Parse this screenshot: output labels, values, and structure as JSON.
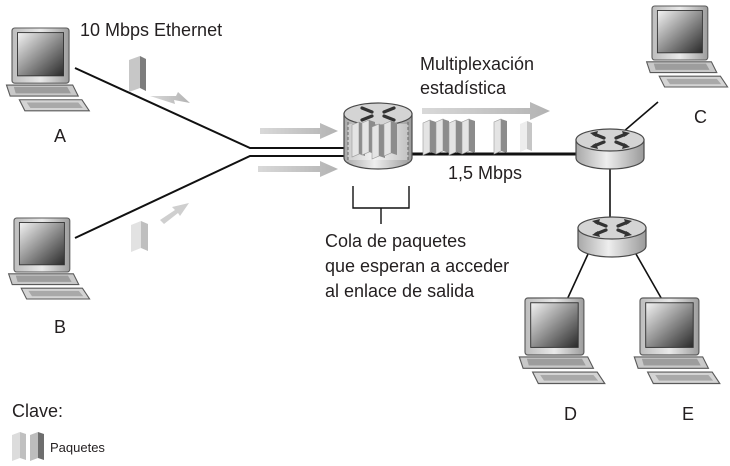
{
  "labels": {
    "ethernet": "10 Mbps Ethernet",
    "mux_line1": "Multiplexación",
    "mux_line2": "estadística",
    "link_rate": "1,5 Mbps",
    "queue_line1": "Cola de paquetes",
    "queue_line2": "que esperan a acceder",
    "queue_line3": "al enlace de salida",
    "key_title": "Clave:",
    "key_item": "Paquetes"
  },
  "hosts": [
    "A",
    "B",
    "C",
    "D",
    "E"
  ],
  "icons": [
    "computer-icon",
    "router-icon",
    "packet-icon"
  ]
}
